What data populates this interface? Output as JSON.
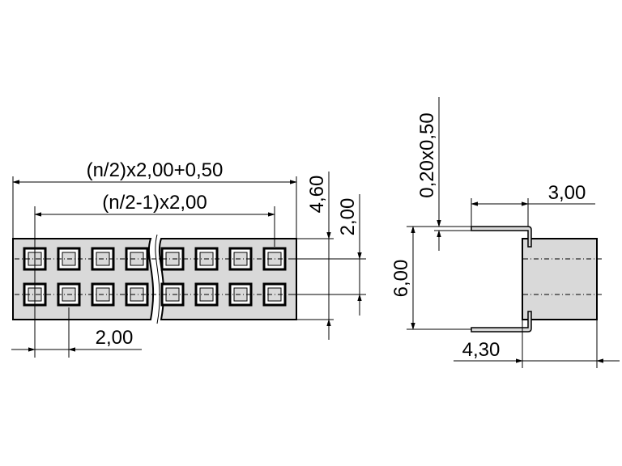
{
  "front_view": {
    "dimensions": {
      "overall_length": "(n/2)x2,00+0,50",
      "pin_span": "(n/2-1)x2,00",
      "pitch": "2,00",
      "height": "4,60",
      "row_pitch": "2,00"
    }
  },
  "side_view": {
    "dimensions": {
      "pin_section": "0,20x0,50",
      "pin_length": "3,00",
      "pin_spread": "6,00",
      "body_offset": "4,30"
    }
  }
}
